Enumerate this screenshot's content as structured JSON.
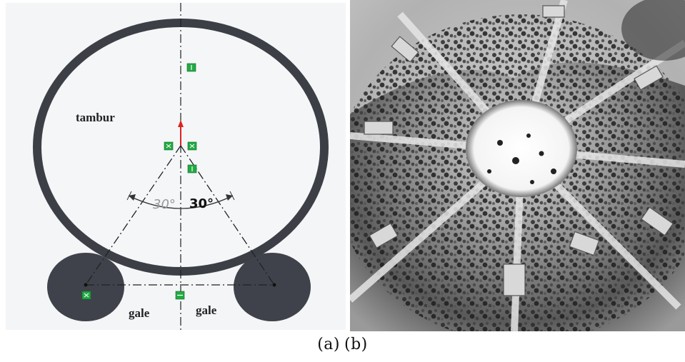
{
  "figure_a": {
    "drum_label": "tambur",
    "roller_label_left": "gale",
    "roller_label_right": "gale",
    "angle_left": "30°",
    "angle_right": "30°",
    "colors": {
      "drum": "#3c3f46",
      "roller": "#3f424a",
      "marker": "#22aa44",
      "arrow": "#dd2222"
    }
  },
  "figure_b": {
    "description_icon": "drum-interior-photo"
  },
  "caption": {
    "label_a": "(a)",
    "label_b": "(b)"
  }
}
